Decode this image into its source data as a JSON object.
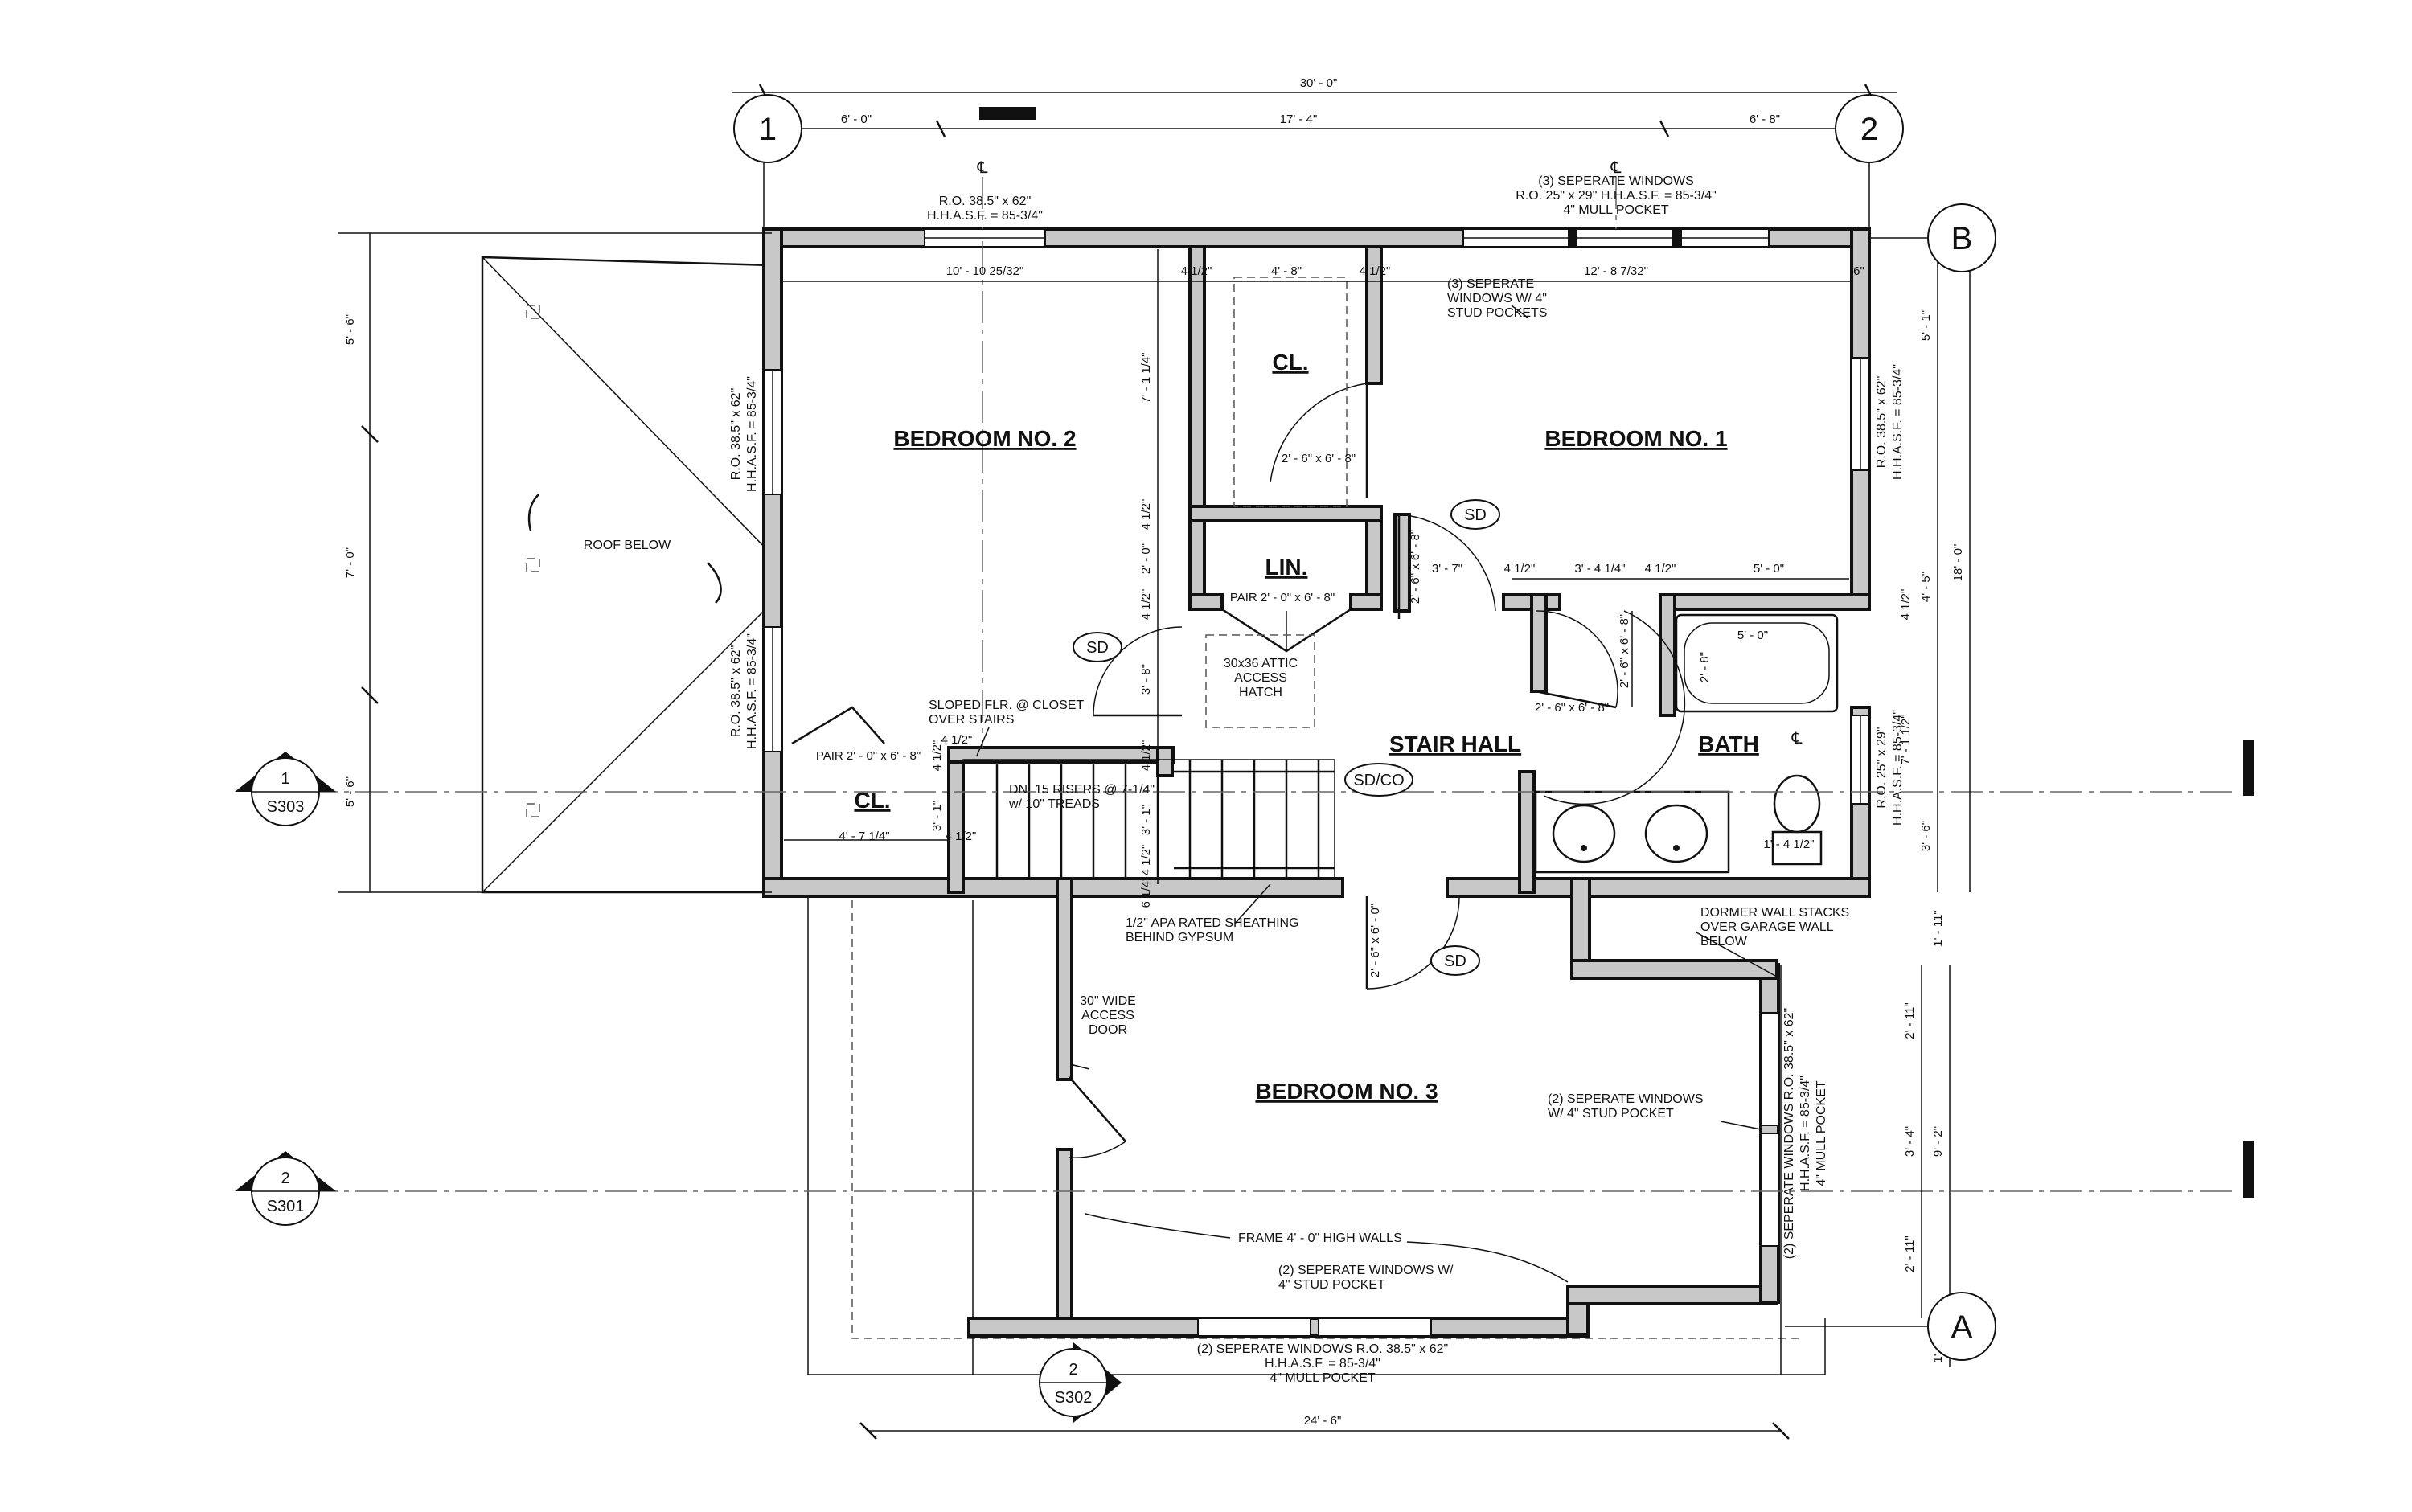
{
  "grid": {
    "col1": "1",
    "col2": "2",
    "rowA": "A",
    "rowB": "B"
  },
  "sections": [
    {
      "num": "1",
      "sheet": "S303"
    },
    {
      "num": "2",
      "sheet": "S301"
    },
    {
      "num": "2",
      "sheet": "S302"
    }
  ],
  "rooms": {
    "bedroom1": "BEDROOM NO. 1",
    "bedroom2": "BEDROOM NO. 2",
    "bedroom3": "BEDROOM NO. 3",
    "stair_hall": "STAIR HALL",
    "bath": "BATH",
    "closet_upper": "CL.",
    "closet_lower": "CL.",
    "linen": "LIN."
  },
  "tags": {
    "sd1": "SD",
    "sd2": "SD",
    "sd3": "SD",
    "sdco": "SD/CO",
    "cl_symbol": "℄"
  },
  "dims": {
    "overall_top": "30' - 0\"",
    "top_a": "6' - 0\"",
    "top_b": "17' - 4\"",
    "top_c": "6' - 8\"",
    "int_top_left": "10' - 10 25/32\"",
    "int_top_mid_a": "4 1/2\"",
    "int_top_mid_b": "4' - 8\"",
    "int_top_mid_c": "4 1/2\"",
    "int_top_right": "12' - 8 7/32\"",
    "int_top_6": "6\"",
    "left_a": "5' - 6\"",
    "left_b": "7' - 0\"",
    "left_c": "5' - 6\"",
    "right_a": "5' - 1\"",
    "right_b": "4' - 5\"",
    "right_c": "3' - 6\"",
    "right_overall": "18' - 0\"",
    "right_d": "4 1/2\"",
    "right_e": "7' - 1 1/2\"",
    "bed3_a": "1' - 11\"",
    "bed3_b": "2' - 11\"",
    "bed3_c": "3' - 4\"",
    "bed3_d": "2' - 11\"",
    "bed3_overall": "9' - 2\"",
    "bed3_e": "1'",
    "bottom_overall": "24' - 6\"",
    "cl_height": "7' - 1 1/4\"",
    "lin_a": "4 1/2\"",
    "lin_b": "2' - 0\"",
    "lin_c": "4 1/2\"",
    "stair_a": "3' - 8\"",
    "stair_b": "4 1/2\"",
    "stair_c": "3' - 1\"",
    "stair_d": "4 1/2\"",
    "stair_e": "6 1/4\"",
    "stair_f": "4 1/2\"",
    "stair_g": "3' - 1\"",
    "stair_h": "4 1/2\"",
    "clo_width": "4' - 7 1/4\"",
    "clo_4half": "4 1/2\"",
    "hall_a": "3' - 7\"",
    "hall_b": "4 1/2\"",
    "hall_c": "3' - 4 1/4\"",
    "hall_d": "4 1/2\"",
    "hall_e": "5' - 0\"",
    "tub": "5' - 0\"",
    "tub_w": "2' - 8\"",
    "wc": "1' - 4 1/2\""
  },
  "doors": {
    "cl_upper": "2' - 6\" x 6' - 8\"",
    "lin": "PAIR 2' - 0\" x 6' - 8\"",
    "bed1": "2' - 6\" x 6' - 8\"",
    "bath_a": "2' - 6\" x 6' - 8\"",
    "bath_b": "2' - 6\" x 6' - 8\"",
    "cl_lower": "PAIR 2' - 0\" x 6' - 8\"",
    "bed3": "2' - 6\" x 6' - 0\""
  },
  "notes": {
    "win_top_left_1": "R.O. 38.5\" x 62\"",
    "win_top_left_2": "H.H.A.S.F. = 85-3/4\"",
    "win_top_right_1": "(3) SEPERATE WINDOWS",
    "win_top_right_2": "R.O. 25\" x 29\" H.H.A.S.F. = 85-3/4\"",
    "win_top_right_3": "4\" MULL POCKET",
    "win_inner_1": "(3) SEPERATE",
    "win_inner_2": "WINDOWS W/ 4\"",
    "win_inner_3": "STUD POCKETS",
    "win_left_a_1": "R.O. 38.5\" x 62\"",
    "win_left_a_2": "H.H.A.S.F. = 85-3/4\"",
    "win_left_b_1": "R.O. 38.5\" x 62\"",
    "win_left_b_2": "H.H.A.S.F. = 85-3/4\"",
    "win_right_a_1": "R.O. 38.5\" x 62\"",
    "win_right_a_2": "H.H.A.S.F. = 85-3/4\"",
    "win_right_b_1": "R.O. 25\" x 29\"",
    "win_right_b_2": "H.H.A.S.F. = 85-3/4\"",
    "roof_below": "ROOF BELOW",
    "sloped_1": "SLOPED FLR. @ CLOSET",
    "sloped_2": "OVER STAIRS",
    "stairs_1": "DN. 15 RISERS @ 7-1/4\"",
    "stairs_2": "w/ 10\" TREADS",
    "attic_1": "30x36 ATTIC",
    "attic_2": "ACCESS",
    "attic_3": "HATCH",
    "apa_1": "1/2\" APA RATED SHEATHING",
    "apa_2": "BEHIND GYPSUM",
    "access_1": "30\" WIDE",
    "access_2": "ACCESS",
    "access_3": "DOOR",
    "dormer_1": "DORMER WALL STACKS",
    "dormer_2": "OVER GARAGE WALL",
    "dormer_3": "BELOW",
    "bed3_win_1": "(2) SEPERATE WINDOWS",
    "bed3_win_2": "W/ 4\" STUD POCKET",
    "bed3_rwin_1": "(2) SEPERATE WINDOWS R.O. 38.5\" x 62\"",
    "bed3_rwin_2": "H.H.A.S.F. = 85-3/4\"",
    "bed3_rwin_3": "4\" MULL POCKET",
    "frame": "FRAME 4' - 0\" HIGH WALLS",
    "bed3_bwin_1": "(2) SEPERATE WINDOWS W/",
    "bed3_bwin_2": "4\" STUD POCKET",
    "bottom_win_1": "(2) SEPERATE WINDOWS R.O. 38.5\" x 62\"",
    "bottom_win_2": "H.H.A.S.F. = 85-3/4\"",
    "bottom_win_3": "4\" MULL POCKET"
  }
}
